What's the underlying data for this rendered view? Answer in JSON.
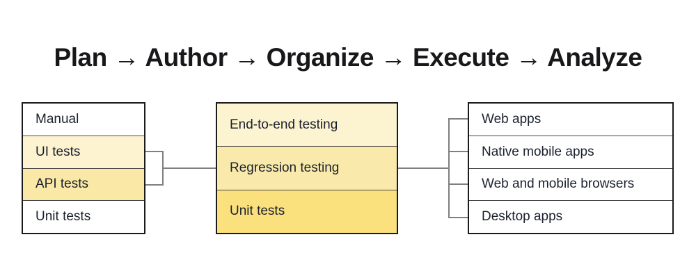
{
  "header": {
    "title": "Plan → Author → Organize → Execute → Analyze",
    "stages": [
      "Plan",
      "Author",
      "Organize",
      "Execute",
      "Analyze"
    ],
    "arrow_icon": "→"
  },
  "colors": {
    "box_border": "#1a1a1a",
    "row_divider": "#444444",
    "connector": "#7f7f7f",
    "title_text": "#18181b",
    "cell_text": "#1a202c",
    "highlight_cream": "#fdf3d1",
    "highlight_pale_yellow": "#fae8a6",
    "highlight_yellow": "#fbe17e",
    "plain": "#ffffff"
  },
  "boxes": {
    "test_types": {
      "rows": [
        {
          "label": "Manual",
          "fill": "#ffffff"
        },
        {
          "label": "UI tests",
          "fill": "#fdf3d1"
        },
        {
          "label": "API tests",
          "fill": "#fae8a6"
        },
        {
          "label": "Unit tests",
          "fill": "#ffffff"
        }
      ]
    },
    "test_suites": {
      "rows": [
        {
          "label": "End-to-end testing",
          "fill": "#fcf3d1"
        },
        {
          "label": "Regression testing",
          "fill": "#f9eaab"
        },
        {
          "label": "Unit tests",
          "fill": "#fbe17e"
        }
      ]
    },
    "platforms": {
      "rows": [
        {
          "label": "Web apps",
          "fill": "#ffffff"
        },
        {
          "label": "Native mobile apps",
          "fill": "#ffffff"
        },
        {
          "label": "Web and mobile browsers",
          "fill": "#ffffff"
        },
        {
          "label": "Desktop apps",
          "fill": "#ffffff"
        }
      ]
    }
  }
}
